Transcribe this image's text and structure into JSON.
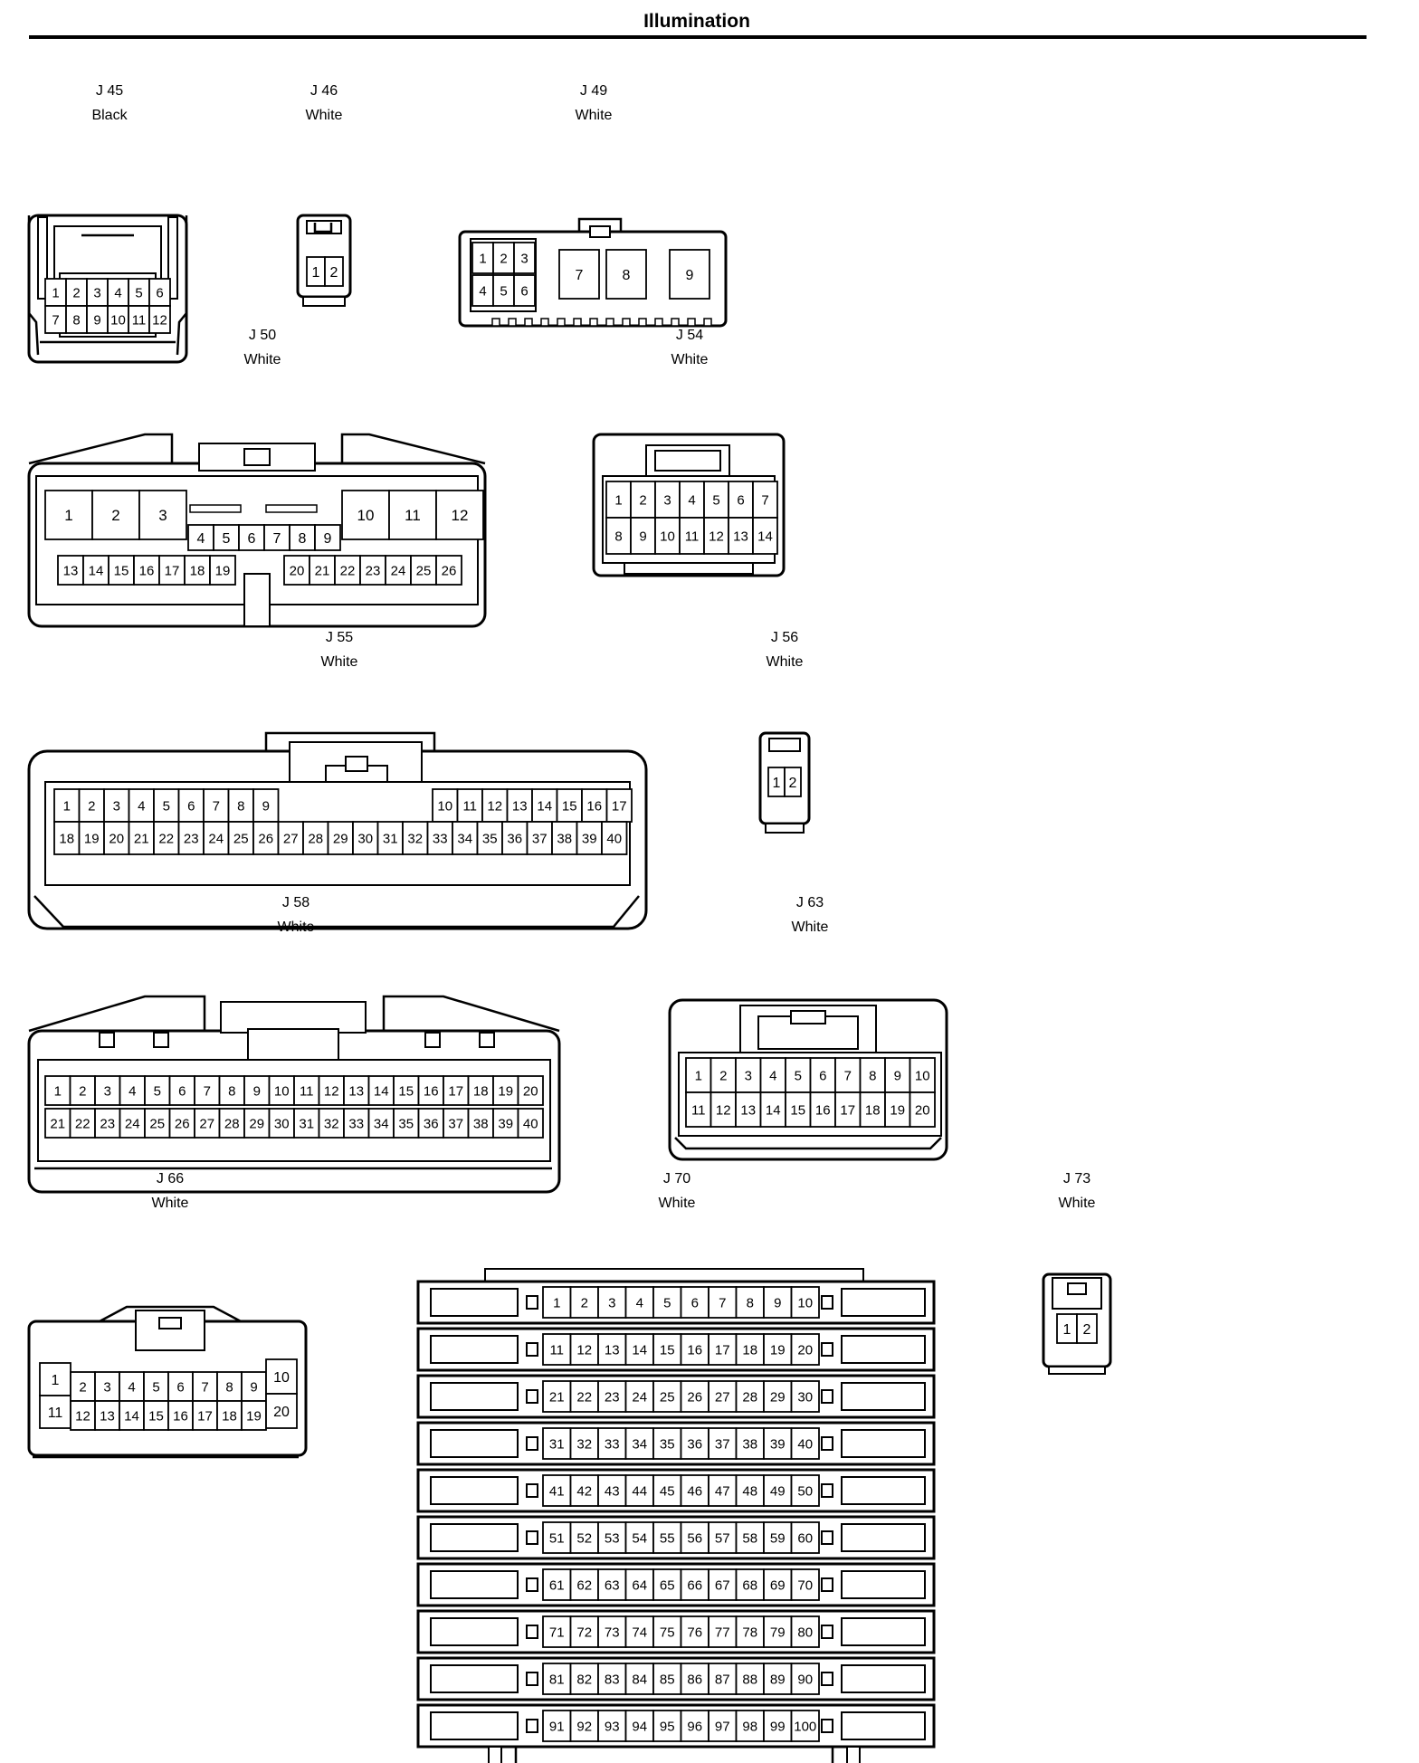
{
  "header": {
    "title": "Illumination"
  },
  "connectors": [
    {
      "id": "J 45",
      "color": "Black",
      "pins": [
        "1",
        "2",
        "3",
        "4",
        "5",
        "6",
        "7",
        "8",
        "9",
        "10",
        "11",
        "12"
      ]
    },
    {
      "id": "J 46",
      "color": "White",
      "pins": [
        "1",
        "2"
      ]
    },
    {
      "id": "J 49",
      "color": "White",
      "pins": [
        "1",
        "2",
        "3",
        "4",
        "5",
        "6",
        "7",
        "8",
        "9"
      ]
    },
    {
      "id": "J 50",
      "color": "White",
      "pins": [
        "1",
        "2",
        "3",
        "4",
        "5",
        "6",
        "7",
        "8",
        "9",
        "10",
        "11",
        "12",
        "13",
        "14",
        "15",
        "16",
        "17",
        "18",
        "19",
        "20",
        "21",
        "22",
        "23",
        "24",
        "25",
        "26"
      ]
    },
    {
      "id": "J 54",
      "color": "White",
      "pins": [
        "1",
        "2",
        "3",
        "4",
        "5",
        "6",
        "7",
        "8",
        "9",
        "10",
        "11",
        "12",
        "13",
        "14"
      ]
    },
    {
      "id": "J 55",
      "color": "White",
      "pins": [
        "1",
        "2",
        "3",
        "4",
        "5",
        "6",
        "7",
        "8",
        "9",
        "10",
        "11",
        "12",
        "13",
        "14",
        "15",
        "16",
        "17",
        "18",
        "19",
        "20",
        "21",
        "22",
        "23",
        "24",
        "25",
        "26",
        "27",
        "28",
        "29",
        "30",
        "31",
        "32",
        "33",
        "34",
        "35",
        "36",
        "37",
        "38",
        "39",
        "40"
      ]
    },
    {
      "id": "J 56",
      "color": "White",
      "pins": [
        "1",
        "2"
      ]
    },
    {
      "id": "J 58",
      "color": "White",
      "pins": [
        "1",
        "2",
        "3",
        "4",
        "5",
        "6",
        "7",
        "8",
        "9",
        "10",
        "11",
        "12",
        "13",
        "14",
        "15",
        "16",
        "17",
        "18",
        "19",
        "20",
        "21",
        "22",
        "23",
        "24",
        "25",
        "26",
        "27",
        "28",
        "29",
        "30",
        "31",
        "32",
        "33",
        "34",
        "35",
        "36",
        "37",
        "38",
        "39",
        "40"
      ]
    },
    {
      "id": "J 63",
      "color": "White",
      "pins": [
        "1",
        "2",
        "3",
        "4",
        "5",
        "6",
        "7",
        "8",
        "9",
        "10",
        "11",
        "12",
        "13",
        "14",
        "15",
        "16",
        "17",
        "18",
        "19",
        "20"
      ]
    },
    {
      "id": "J 66",
      "color": "White",
      "pins": [
        "1",
        "2",
        "3",
        "4",
        "5",
        "6",
        "7",
        "8",
        "9",
        "10",
        "11",
        "12",
        "13",
        "14",
        "15",
        "16",
        "17",
        "18",
        "19",
        "20"
      ]
    },
    {
      "id": "J 70",
      "color": "White",
      "pins": [
        "1",
        "2",
        "3",
        "4",
        "5",
        "6",
        "7",
        "8",
        "9",
        "10",
        "11",
        "12",
        "13",
        "14",
        "15",
        "16",
        "17",
        "18",
        "19",
        "20",
        "21",
        "22",
        "23",
        "24",
        "25",
        "26",
        "27",
        "28",
        "29",
        "30",
        "31",
        "32",
        "33",
        "34",
        "35",
        "36",
        "37",
        "38",
        "39",
        "40",
        "41",
        "42",
        "43",
        "44",
        "45",
        "46",
        "47",
        "48",
        "49",
        "50",
        "51",
        "52",
        "53",
        "54",
        "55",
        "56",
        "57",
        "58",
        "59",
        "60",
        "61",
        "62",
        "63",
        "64",
        "65",
        "66",
        "67",
        "68",
        "69",
        "70",
        "71",
        "72",
        "73",
        "74",
        "75",
        "76",
        "77",
        "78",
        "79",
        "80",
        "81",
        "82",
        "83",
        "84",
        "85",
        "86",
        "87",
        "88",
        "89",
        "90",
        "91",
        "92",
        "93",
        "94",
        "95",
        "96",
        "97",
        "98",
        "99",
        "100"
      ]
    },
    {
      "id": "J 73",
      "color": "White",
      "pins": [
        "1",
        "2"
      ]
    }
  ]
}
